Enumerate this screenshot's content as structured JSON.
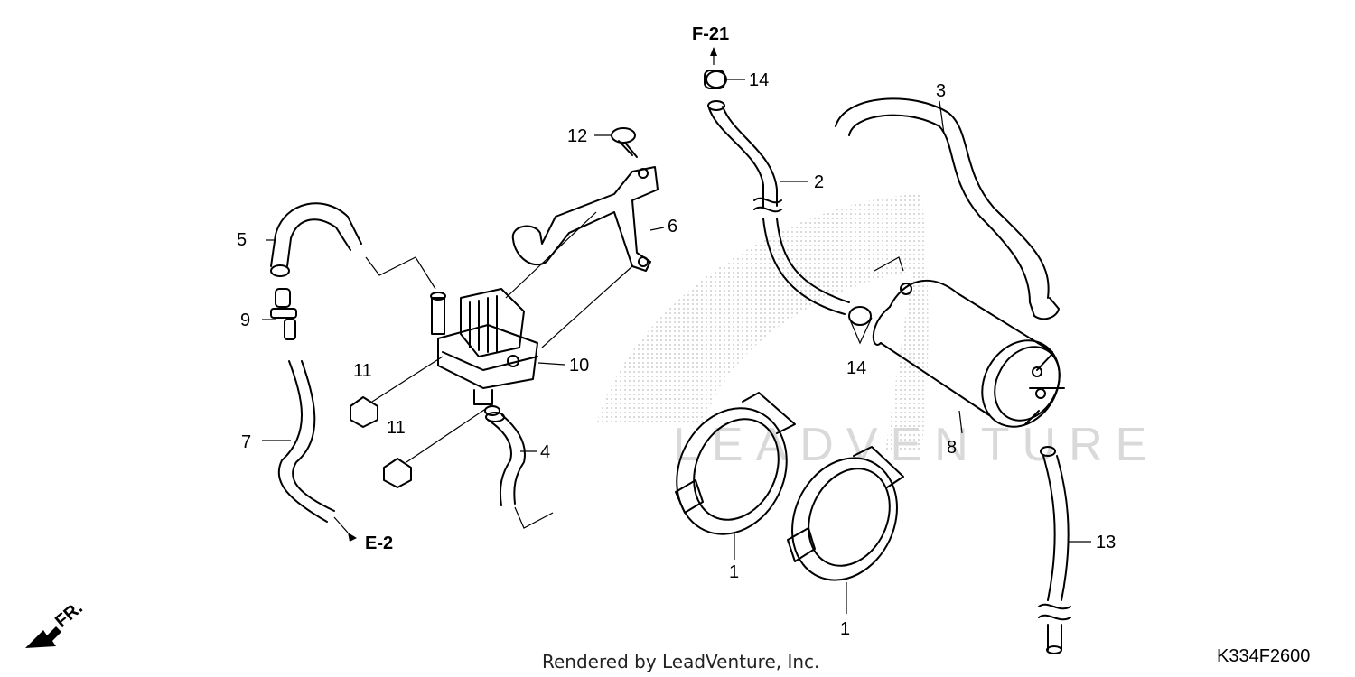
{
  "refs": {
    "f21": "F-21",
    "e2": "E-2"
  },
  "callouts": {
    "c14a": "14",
    "c3": "3",
    "c12": "12",
    "c2": "2",
    "c6": "6",
    "c5": "5",
    "c9": "9",
    "c10": "10",
    "c14b": "14",
    "c11a": "11",
    "c11b": "11",
    "c7": "7",
    "c8": "8",
    "c4": "4",
    "c13": "13",
    "c1a": "1",
    "c1b": "1"
  },
  "fr_label": "FR.",
  "watermark": "LEADVENTURE",
  "footer": {
    "credit": "Rendered by LeadVenture, Inc.",
    "code": "K334F2600"
  }
}
